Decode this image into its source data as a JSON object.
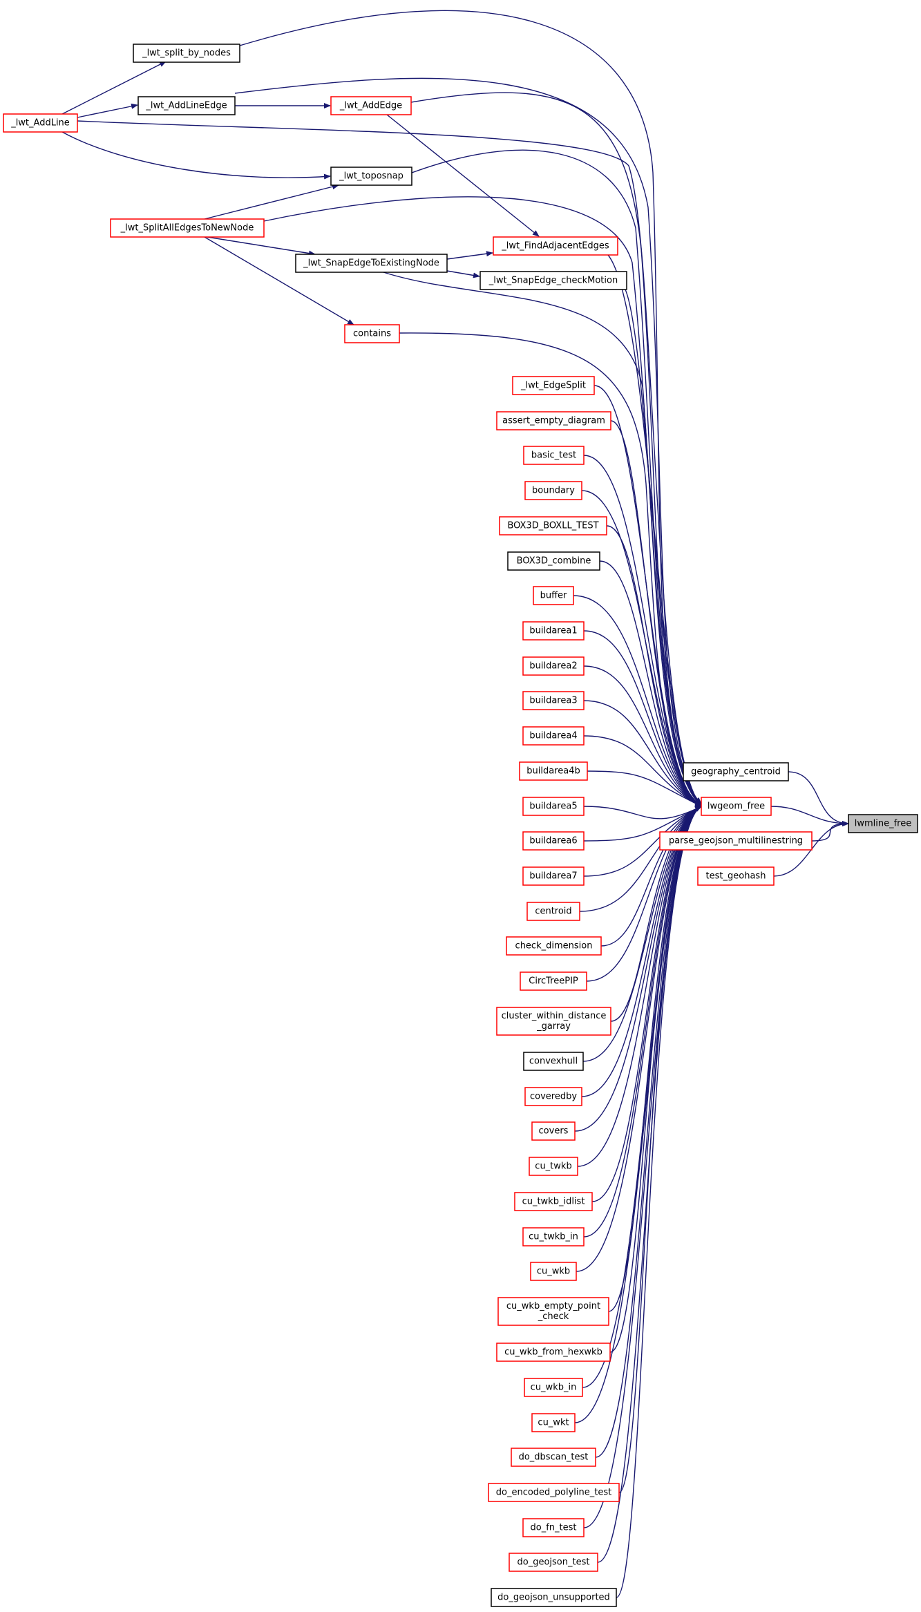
{
  "graph": {
    "type": "caller-graph",
    "colors": {
      "edge": "#191970",
      "node_border_default": "#000000",
      "node_border_truncated": "#ff0000",
      "node_focus_fill": "#bfbfbf"
    },
    "nodes": [
      {
        "id": "lwmline_free",
        "label": "lwmline_free",
        "focus": true
      },
      {
        "id": "geography_centroid",
        "label": "geography_centroid"
      },
      {
        "id": "lwgeom_free",
        "label": "lwgeom_free",
        "truncated": true
      },
      {
        "id": "parse_geojson_multilinestring",
        "label": "parse_geojson_multilinestring",
        "truncated": true
      },
      {
        "id": "test_geohash",
        "label": "test_geohash",
        "truncated": true
      },
      {
        "id": "lwt_split_by_nodes",
        "label": "_lwt_split_by_nodes"
      },
      {
        "id": "lwt_AddLineEdge",
        "label": "_lwt_AddLineEdge"
      },
      {
        "id": "lwt_AddEdge",
        "label": "_lwt_AddEdge",
        "truncated": true
      },
      {
        "id": "lwt_AddLine",
        "label": "_lwt_AddLine",
        "truncated": true
      },
      {
        "id": "lwt_toposnap",
        "label": "_lwt_toposnap"
      },
      {
        "id": "lwt_SplitAllEdgesToNewNode",
        "label": "_lwt_SplitAllEdgesToNewNode",
        "truncated": true
      },
      {
        "id": "lwt_FindAdjacentEdges",
        "label": "_lwt_FindAdjacentEdges",
        "truncated": true
      },
      {
        "id": "lwt_SnapEdgeToExistingNode",
        "label": "_lwt_SnapEdgeToExistingNode"
      },
      {
        "id": "lwt_SnapEdge_checkMotion",
        "label": "_lwt_SnapEdge_checkMotion"
      },
      {
        "id": "contains",
        "label": "contains",
        "truncated": true
      },
      {
        "id": "lwt_EdgeSplit",
        "label": "_lwt_EdgeSplit",
        "truncated": true
      },
      {
        "id": "assert_empty_diagram",
        "label": "assert_empty_diagram",
        "truncated": true
      },
      {
        "id": "basic_test",
        "label": "basic_test",
        "truncated": true
      },
      {
        "id": "boundary",
        "label": "boundary",
        "truncated": true
      },
      {
        "id": "BOX3D_BOXLL_TEST",
        "label": "BOX3D_BOXLL_TEST",
        "truncated": true
      },
      {
        "id": "BOX3D_combine",
        "label": "BOX3D_combine"
      },
      {
        "id": "buffer",
        "label": "buffer",
        "truncated": true
      },
      {
        "id": "buildarea1",
        "label": "buildarea1",
        "truncated": true
      },
      {
        "id": "buildarea2",
        "label": "buildarea2",
        "truncated": true
      },
      {
        "id": "buildarea3",
        "label": "buildarea3",
        "truncated": true
      },
      {
        "id": "buildarea4",
        "label": "buildarea4",
        "truncated": true
      },
      {
        "id": "buildarea4b",
        "label": "buildarea4b",
        "truncated": true
      },
      {
        "id": "buildarea5",
        "label": "buildarea5",
        "truncated": true
      },
      {
        "id": "buildarea6",
        "label": "buildarea6",
        "truncated": true
      },
      {
        "id": "buildarea7",
        "label": "buildarea7",
        "truncated": true
      },
      {
        "id": "centroid",
        "label": "centroid",
        "truncated": true
      },
      {
        "id": "check_dimension",
        "label": "check_dimension",
        "truncated": true
      },
      {
        "id": "CircTreePIP",
        "label": "CircTreePIP",
        "truncated": true
      },
      {
        "id": "cluster_within_distance_garray",
        "label": "cluster_within_distance\n_garray",
        "truncated": true
      },
      {
        "id": "convexhull",
        "label": "convexhull"
      },
      {
        "id": "coveredby",
        "label": "coveredby",
        "truncated": true
      },
      {
        "id": "covers",
        "label": "covers",
        "truncated": true
      },
      {
        "id": "cu_twkb",
        "label": "cu_twkb",
        "truncated": true
      },
      {
        "id": "cu_twkb_idlist",
        "label": "cu_twkb_idlist",
        "truncated": true
      },
      {
        "id": "cu_twkb_in",
        "label": "cu_twkb_in",
        "truncated": true
      },
      {
        "id": "cu_wkb",
        "label": "cu_wkb",
        "truncated": true
      },
      {
        "id": "cu_wkb_empty_point_check",
        "label": "cu_wkb_empty_point\n_check",
        "truncated": true
      },
      {
        "id": "cu_wkb_from_hexwkb",
        "label": "cu_wkb_from_hexwkb",
        "truncated": true
      },
      {
        "id": "cu_wkb_in",
        "label": "cu_wkb_in",
        "truncated": true
      },
      {
        "id": "cu_wkt",
        "label": "cu_wkt",
        "truncated": true
      },
      {
        "id": "do_dbscan_test",
        "label": "do_dbscan_test",
        "truncated": true
      },
      {
        "id": "do_encoded_polyline_test",
        "label": "do_encoded_polyline_test",
        "truncated": true
      },
      {
        "id": "do_fn_test",
        "label": "do_fn_test",
        "truncated": true
      },
      {
        "id": "do_geojson_test",
        "label": "do_geojson_test",
        "truncated": true
      },
      {
        "id": "do_geojson_unsupported",
        "label": "do_geojson_unsupported"
      }
    ],
    "edges": [
      [
        "geography_centroid",
        "lwmline_free"
      ],
      [
        "lwgeom_free",
        "lwmline_free"
      ],
      [
        "parse_geojson_multilinestring",
        "lwmline_free"
      ],
      [
        "test_geohash",
        "lwmline_free"
      ],
      [
        "lwt_split_by_nodes",
        "lwgeom_free"
      ],
      [
        "lwt_AddLineEdge",
        "lwgeom_free"
      ],
      [
        "lwt_AddEdge",
        "lwgeom_free"
      ],
      [
        "lwt_AddLine",
        "lwgeom_free"
      ],
      [
        "lwt_toposnap",
        "lwgeom_free"
      ],
      [
        "lwt_SplitAllEdgesToNewNode",
        "lwgeom_free"
      ],
      [
        "lwt_FindAdjacentEdges",
        "lwgeom_free"
      ],
      [
        "lwt_SnapEdgeToExistingNode",
        "lwgeom_free"
      ],
      [
        "lwt_SnapEdge_checkMotion",
        "lwgeom_free"
      ],
      [
        "contains",
        "lwgeom_free"
      ],
      [
        "lwt_EdgeSplit",
        "lwgeom_free"
      ],
      [
        "assert_empty_diagram",
        "lwgeom_free"
      ],
      [
        "basic_test",
        "lwgeom_free"
      ],
      [
        "boundary",
        "lwgeom_free"
      ],
      [
        "BOX3D_BOXLL_TEST",
        "lwgeom_free"
      ],
      [
        "BOX3D_combine",
        "lwgeom_free"
      ],
      [
        "buffer",
        "lwgeom_free"
      ],
      [
        "buildarea1",
        "lwgeom_free"
      ],
      [
        "buildarea2",
        "lwgeom_free"
      ],
      [
        "buildarea3",
        "lwgeom_free"
      ],
      [
        "buildarea4",
        "lwgeom_free"
      ],
      [
        "buildarea4b",
        "lwgeom_free"
      ],
      [
        "buildarea5",
        "lwgeom_free"
      ],
      [
        "buildarea6",
        "lwgeom_free"
      ],
      [
        "buildarea7",
        "lwgeom_free"
      ],
      [
        "centroid",
        "lwgeom_free"
      ],
      [
        "check_dimension",
        "lwgeom_free"
      ],
      [
        "CircTreePIP",
        "lwgeom_free"
      ],
      [
        "cluster_within_distance_garray",
        "lwgeom_free"
      ],
      [
        "convexhull",
        "lwgeom_free"
      ],
      [
        "coveredby",
        "lwgeom_free"
      ],
      [
        "covers",
        "lwgeom_free"
      ],
      [
        "cu_twkb",
        "lwgeom_free"
      ],
      [
        "cu_twkb_idlist",
        "lwgeom_free"
      ],
      [
        "cu_twkb_in",
        "lwgeom_free"
      ],
      [
        "cu_wkb",
        "lwgeom_free"
      ],
      [
        "cu_wkb_empty_point_check",
        "lwgeom_free"
      ],
      [
        "cu_wkb_from_hexwkb",
        "lwgeom_free"
      ],
      [
        "cu_wkb_in",
        "lwgeom_free"
      ],
      [
        "cu_wkt",
        "lwgeom_free"
      ],
      [
        "do_dbscan_test",
        "lwgeom_free"
      ],
      [
        "do_encoded_polyline_test",
        "lwgeom_free"
      ],
      [
        "do_fn_test",
        "lwgeom_free"
      ],
      [
        "do_geojson_test",
        "lwgeom_free"
      ],
      [
        "do_geojson_unsupported",
        "lwgeom_free"
      ],
      [
        "lwt_AddLine",
        "lwt_split_by_nodes"
      ],
      [
        "lwt_AddLine",
        "lwt_AddLineEdge"
      ],
      [
        "lwt_AddLineEdge",
        "lwt_AddEdge"
      ],
      [
        "lwt_AddLine",
        "lwt_toposnap"
      ],
      [
        "lwt_SplitAllEdgesToNewNode",
        "lwt_toposnap"
      ],
      [
        "lwt_AddEdge",
        "lwt_FindAdjacentEdges"
      ],
      [
        "lwt_SnapEdgeToExistingNode",
        "lwt_FindAdjacentEdges"
      ],
      [
        "lwt_SplitAllEdgesToNewNode",
        "lwt_SnapEdgeToExistingNode"
      ],
      [
        "lwt_SnapEdgeToExistingNode",
        "lwt_SnapEdge_checkMotion"
      ],
      [
        "lwt_SplitAllEdgesToNewNode",
        "contains"
      ]
    ]
  }
}
